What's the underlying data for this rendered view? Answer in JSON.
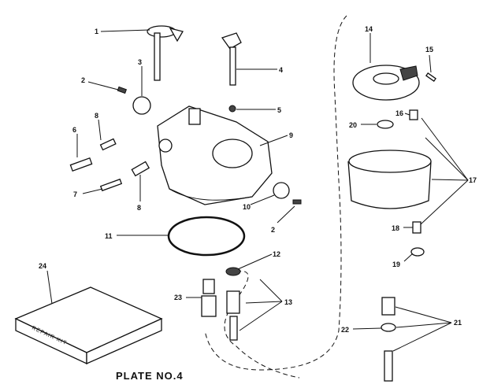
{
  "caption": "PLATE NO.4",
  "kit_label": "REPAIR KIT",
  "callouts": [
    {
      "id": "c1",
      "text": "1"
    },
    {
      "id": "c2a",
      "text": "2"
    },
    {
      "id": "c2b",
      "text": "2"
    },
    {
      "id": "c3",
      "text": "3"
    },
    {
      "id": "c4",
      "text": "4"
    },
    {
      "id": "c5",
      "text": "5"
    },
    {
      "id": "c6",
      "text": "6"
    },
    {
      "id": "c7",
      "text": "7"
    },
    {
      "id": "c8a",
      "text": "8"
    },
    {
      "id": "c8b",
      "text": "8"
    },
    {
      "id": "c9",
      "text": "9"
    },
    {
      "id": "c10",
      "text": "10"
    },
    {
      "id": "c11",
      "text": "11"
    },
    {
      "id": "c12",
      "text": "12"
    },
    {
      "id": "c13",
      "text": "13"
    },
    {
      "id": "c14",
      "text": "14"
    },
    {
      "id": "c15",
      "text": "15"
    },
    {
      "id": "c16",
      "text": "16"
    },
    {
      "id": "c17",
      "text": "17"
    },
    {
      "id": "c18",
      "text": "18"
    },
    {
      "id": "c19",
      "text": "19"
    },
    {
      "id": "c20",
      "text": "20"
    },
    {
      "id": "c21",
      "text": "21"
    },
    {
      "id": "c22",
      "text": "22"
    },
    {
      "id": "c23",
      "text": "23"
    },
    {
      "id": "c24",
      "text": "24"
    }
  ]
}
